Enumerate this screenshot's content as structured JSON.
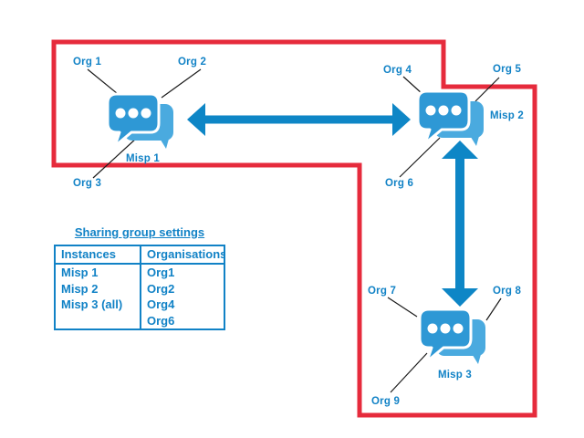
{
  "diagram": {
    "labels": {
      "org1": "Org 1",
      "org2": "Org 2",
      "org3": "Org 3",
      "org4": "Org 4",
      "org5": "Org 5",
      "org6": "Org 6",
      "org7": "Org 7",
      "org8": "Org 8",
      "org9": "Org 9",
      "misp1": "Misp 1",
      "misp2": "Misp 2",
      "misp3": "Misp 3"
    },
    "icons": {
      "misp1": "chat-bubbles-icon",
      "misp2": "chat-bubbles-icon",
      "misp3": "chat-bubbles-icon"
    },
    "connections": [
      {
        "from": "Misp 1",
        "to": "Misp 2",
        "type": "bidirectional-arrow"
      },
      {
        "from": "Misp 2",
        "to": "Misp 3",
        "type": "bidirectional-arrow"
      }
    ],
    "colors": {
      "sharing_group_boundary": "#e62b3c",
      "label_text": "#1182c6",
      "arrow": "#0e86c6",
      "icon_front_bubble": "#2e98d5",
      "icon_back_bubble": "#4aaadf",
      "connector_line": "#1a1a1a"
    }
  },
  "table": {
    "title": "Sharing group settings",
    "headers": {
      "instances": "Instances",
      "organisations": "Organisations"
    },
    "rows": [
      {
        "instance": "Misp 1",
        "org": "Org1"
      },
      {
        "instance": "Misp 2",
        "org": "Org2"
      },
      {
        "instance": "Misp 3 (all)",
        "org": "Org4"
      },
      {
        "instance": "",
        "org": "Org6"
      }
    ]
  }
}
